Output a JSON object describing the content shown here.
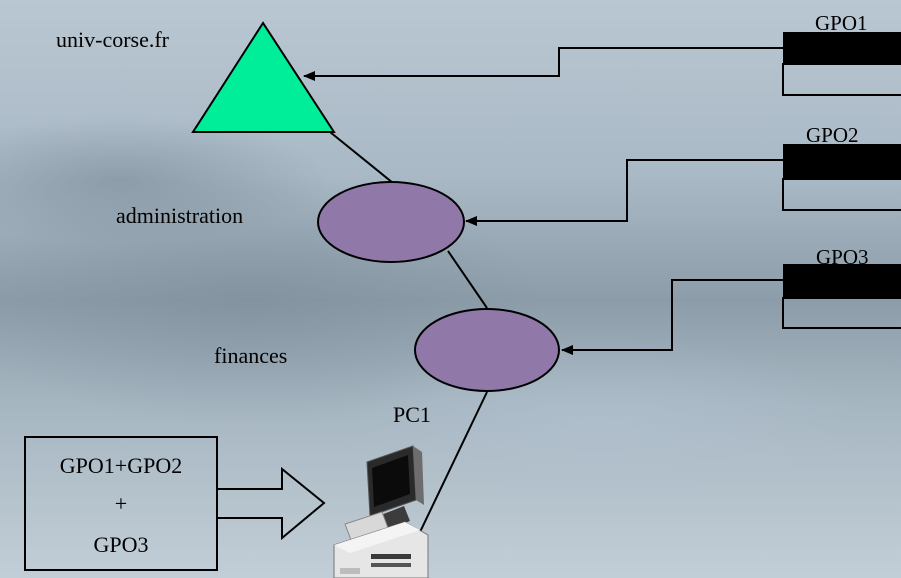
{
  "nodes": {
    "domain": "univ-corse.fr",
    "ou_admin": "administration",
    "ou_finances": "finances",
    "computer": "PC1"
  },
  "gpos": [
    {
      "label": "GPO1"
    },
    {
      "label": "GPO2"
    },
    {
      "label": "GPO3"
    }
  ],
  "result_box": {
    "line1": "GPO1+GPO2",
    "line2": "+",
    "line3": "GPO3"
  },
  "colors": {
    "domain_fill": "#00ee99",
    "ou_fill": "#9078a8",
    "gpo_block": "#000000"
  },
  "icons": {
    "computer": "desktop-computer-icon",
    "arrow": "block-arrow-right"
  }
}
